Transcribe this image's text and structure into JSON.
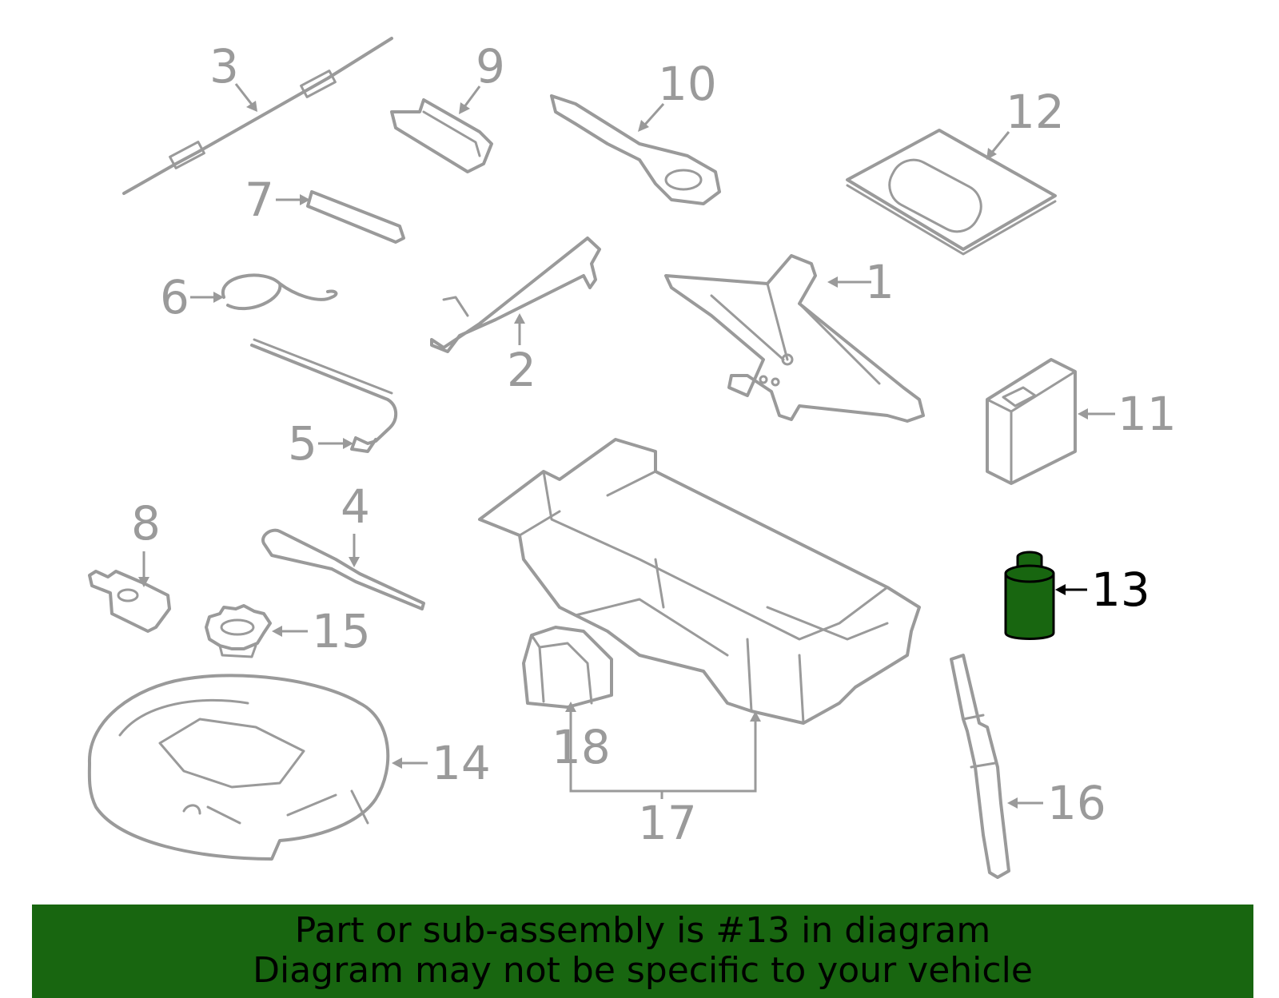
{
  "diagram": {
    "callouts": [
      "1",
      "2",
      "3",
      "4",
      "5",
      "6",
      "7",
      "8",
      "9",
      "10",
      "11",
      "12",
      "13",
      "14",
      "15",
      "16",
      "17",
      "18"
    ],
    "highlighted_part": "13",
    "highlight_color": "#186610"
  },
  "banner": {
    "line1": "Part or sub-assembly is #13 in diagram",
    "line2": "Diagram may not be specific to your vehicle",
    "background": "#186610"
  }
}
